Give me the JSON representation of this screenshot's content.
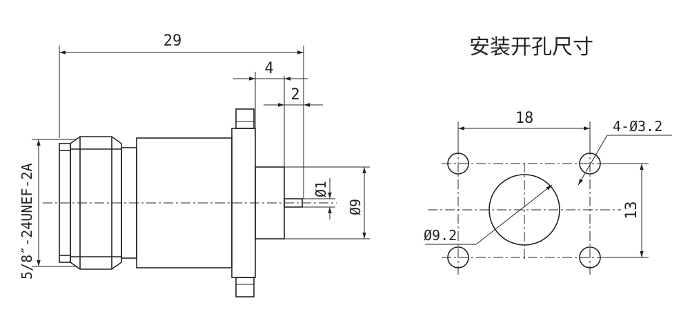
{
  "connector_drawing": {
    "length_total": "29",
    "flange_offset": "4",
    "pin_offset": "2",
    "thread_spec": "5/8″-24UNEF-2A",
    "pin_diameter": "Ø1",
    "body_diameter": "Ø9"
  },
  "mounting_hole": {
    "title": "安装开孔尺寸",
    "hole_spacing_x": "18",
    "hole_spacing_y": "13",
    "hole_callout": "4-Ø3.2",
    "center_hole": "Ø9.2"
  },
  "colors": {
    "line": "#222222",
    "background": "#ffffff"
  }
}
